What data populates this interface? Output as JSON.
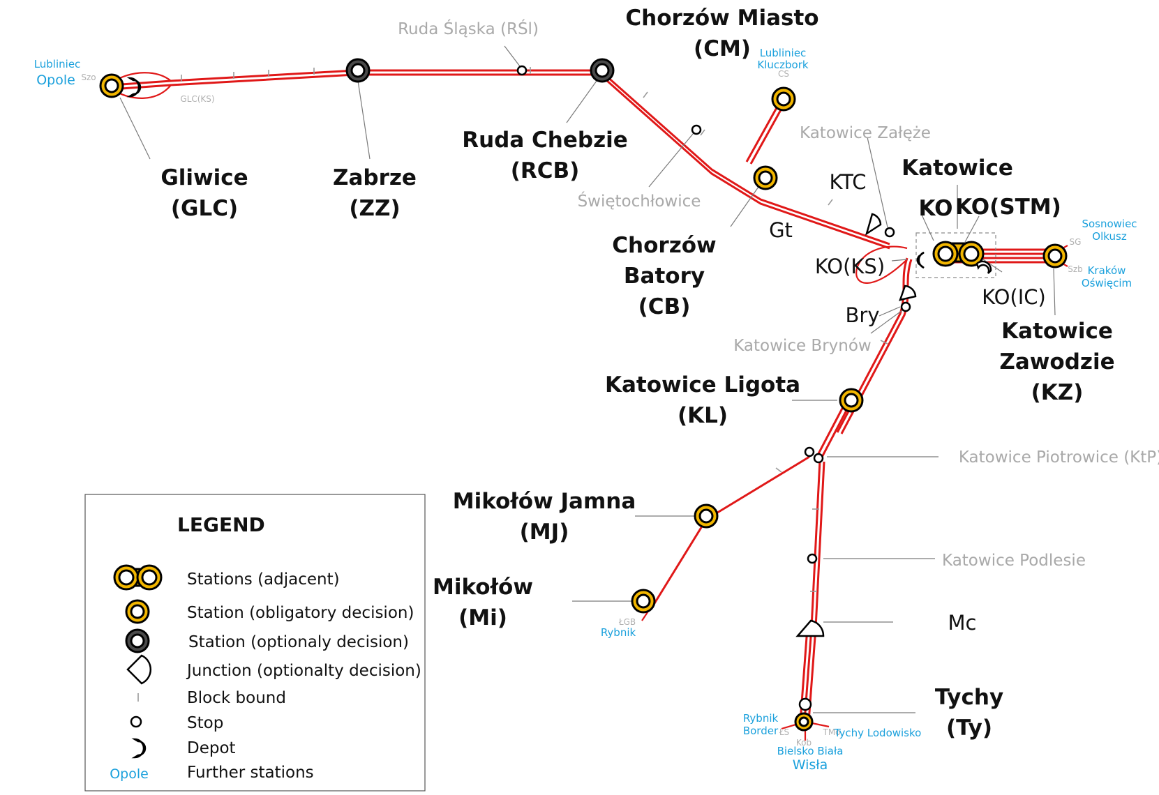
{
  "stations": {
    "gliwice": {
      "name": "Gliwice",
      "code": "(GLC)"
    },
    "zabrze": {
      "name": "Zabrze",
      "code": "(ZZ)"
    },
    "ruda_chebzie": {
      "name": "Ruda Chebzie",
      "code": "(RCB)"
    },
    "chorzow_miasto": {
      "name": "Chorzów Miasto",
      "code": "(CM)"
    },
    "chorzow_batory": {
      "line1": "Chorzów",
      "line2": "Batory",
      "code": "(CB)"
    },
    "katowice": {
      "name": "Katowice",
      "ko": "KO",
      "ko_stm": "KO(STM)"
    },
    "katowice_zawodzie": {
      "line1": "Katowice",
      "line2": "Zawodzie",
      "code": "(KZ)"
    },
    "katowice_ligota": {
      "name": "Katowice Ligota",
      "code": "(KL)"
    },
    "mikolow_jamna": {
      "name": "Mikołów Jamna",
      "code": "(MJ)"
    },
    "mikolow": {
      "name": "Mikołów",
      "code": "(Mi)"
    },
    "tychy": {
      "name": "Tychy",
      "code": "(Ty)"
    }
  },
  "stops": {
    "ruda_slaska": "Ruda Śląska (RŚl)",
    "swietochlowice": "Świętochłowice",
    "katowice_zaleze": "Katowice Załęże",
    "katowice_brynow": "Katowice Brynów",
    "katowice_piotrowice": "Katowice Piotrowice  (KtP)",
    "katowice_podlesie": "Katowice Podlesie"
  },
  "junctions": {
    "ktc": "KTC",
    "gt": "Gt",
    "ko_ks": "KO(KS)",
    "ko_ic": "KO(IC)",
    "bry": "Bry",
    "mc": "Mc"
  },
  "small_labels": {
    "szo": "Szo",
    "glc_ks": "GLC(KS)",
    "cs": "CS",
    "sg": "SG",
    "szb": "Szb",
    "lgb": "ŁGB",
    "ls": "ŁS",
    "kob": "Kob",
    "tmo": "TMo"
  },
  "further": {
    "lubliniec_w": "Lubliniec",
    "opole": "Opole",
    "lubliniec_n": "Lubliniec",
    "kluczbork": "Kluczbork",
    "sosnowiec": "Sosnowiec",
    "olkusz": "Olkusz",
    "krakow": "Kraków",
    "oswiecim": "Oświęcim",
    "rybnik": "Rybnik",
    "rybnik_border_1": "Rybnik",
    "rybnik_border_2": "Border",
    "tychy_lodowisko": "Tychy Lodowisko",
    "bielsko_biala": "Bielsko Biała",
    "wisla": "Wisła"
  },
  "legend": {
    "title": "LEGEND",
    "items": [
      {
        "label": "Stations (adjacent)",
        "icon": "double-station-icon"
      },
      {
        "label": "Station (obligatory decision)",
        "icon": "obligatory-station-icon"
      },
      {
        "label": "Station (optionaly decision)",
        "icon": "optional-station-icon"
      },
      {
        "label": "Junction (optionalty decision)",
        "icon": "junction-icon"
      },
      {
        "label": "Block bound",
        "icon": "block-bound-icon"
      },
      {
        "label": "Stop",
        "icon": "stop-icon"
      },
      {
        "label": "Depot",
        "icon": "depot-icon"
      },
      {
        "label": "Further stations",
        "icon_text": "Opole"
      }
    ]
  },
  "colors": {
    "track": "#e01818",
    "obligatory_station": "#f2b600",
    "optional_station": "#4a4a4a",
    "further_station_text": "#1aa0dc",
    "stop_label": "#a9a9a9"
  }
}
